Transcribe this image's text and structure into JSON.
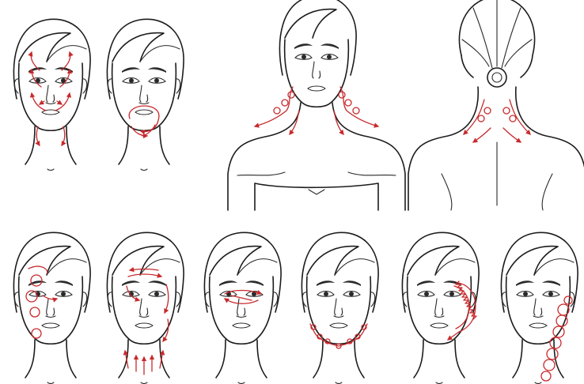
{
  "colors": {
    "accent": "#c8292c",
    "line": "#1c1c1c",
    "background": "#ffffff"
  },
  "illustration": {
    "panels": [
      {
        "id": "face-1",
        "view": "front-face",
        "pattern": "outward-arrows"
      },
      {
        "id": "face-2",
        "view": "front-face",
        "pattern": "mouth-circle"
      },
      {
        "id": "neck-front",
        "view": "front-shoulders",
        "pattern": "neck-spirals-down"
      },
      {
        "id": "neck-back",
        "view": "back-shoulders",
        "pattern": "nape-spirals-down"
      },
      {
        "id": "face-3",
        "view": "front-face",
        "pattern": "eye-spirals"
      },
      {
        "id": "face-4",
        "view": "front-face",
        "pattern": "forehead-and-neck-strokes"
      },
      {
        "id": "face-5",
        "view": "front-face",
        "pattern": "eye-to-temple-lines"
      },
      {
        "id": "face-6",
        "view": "front-face",
        "pattern": "jawline-loops"
      },
      {
        "id": "face-7",
        "view": "front-face",
        "pattern": "cheek-zigzag"
      },
      {
        "id": "face-8",
        "view": "front-face",
        "pattern": "neck-spiral-chain"
      }
    ]
  }
}
